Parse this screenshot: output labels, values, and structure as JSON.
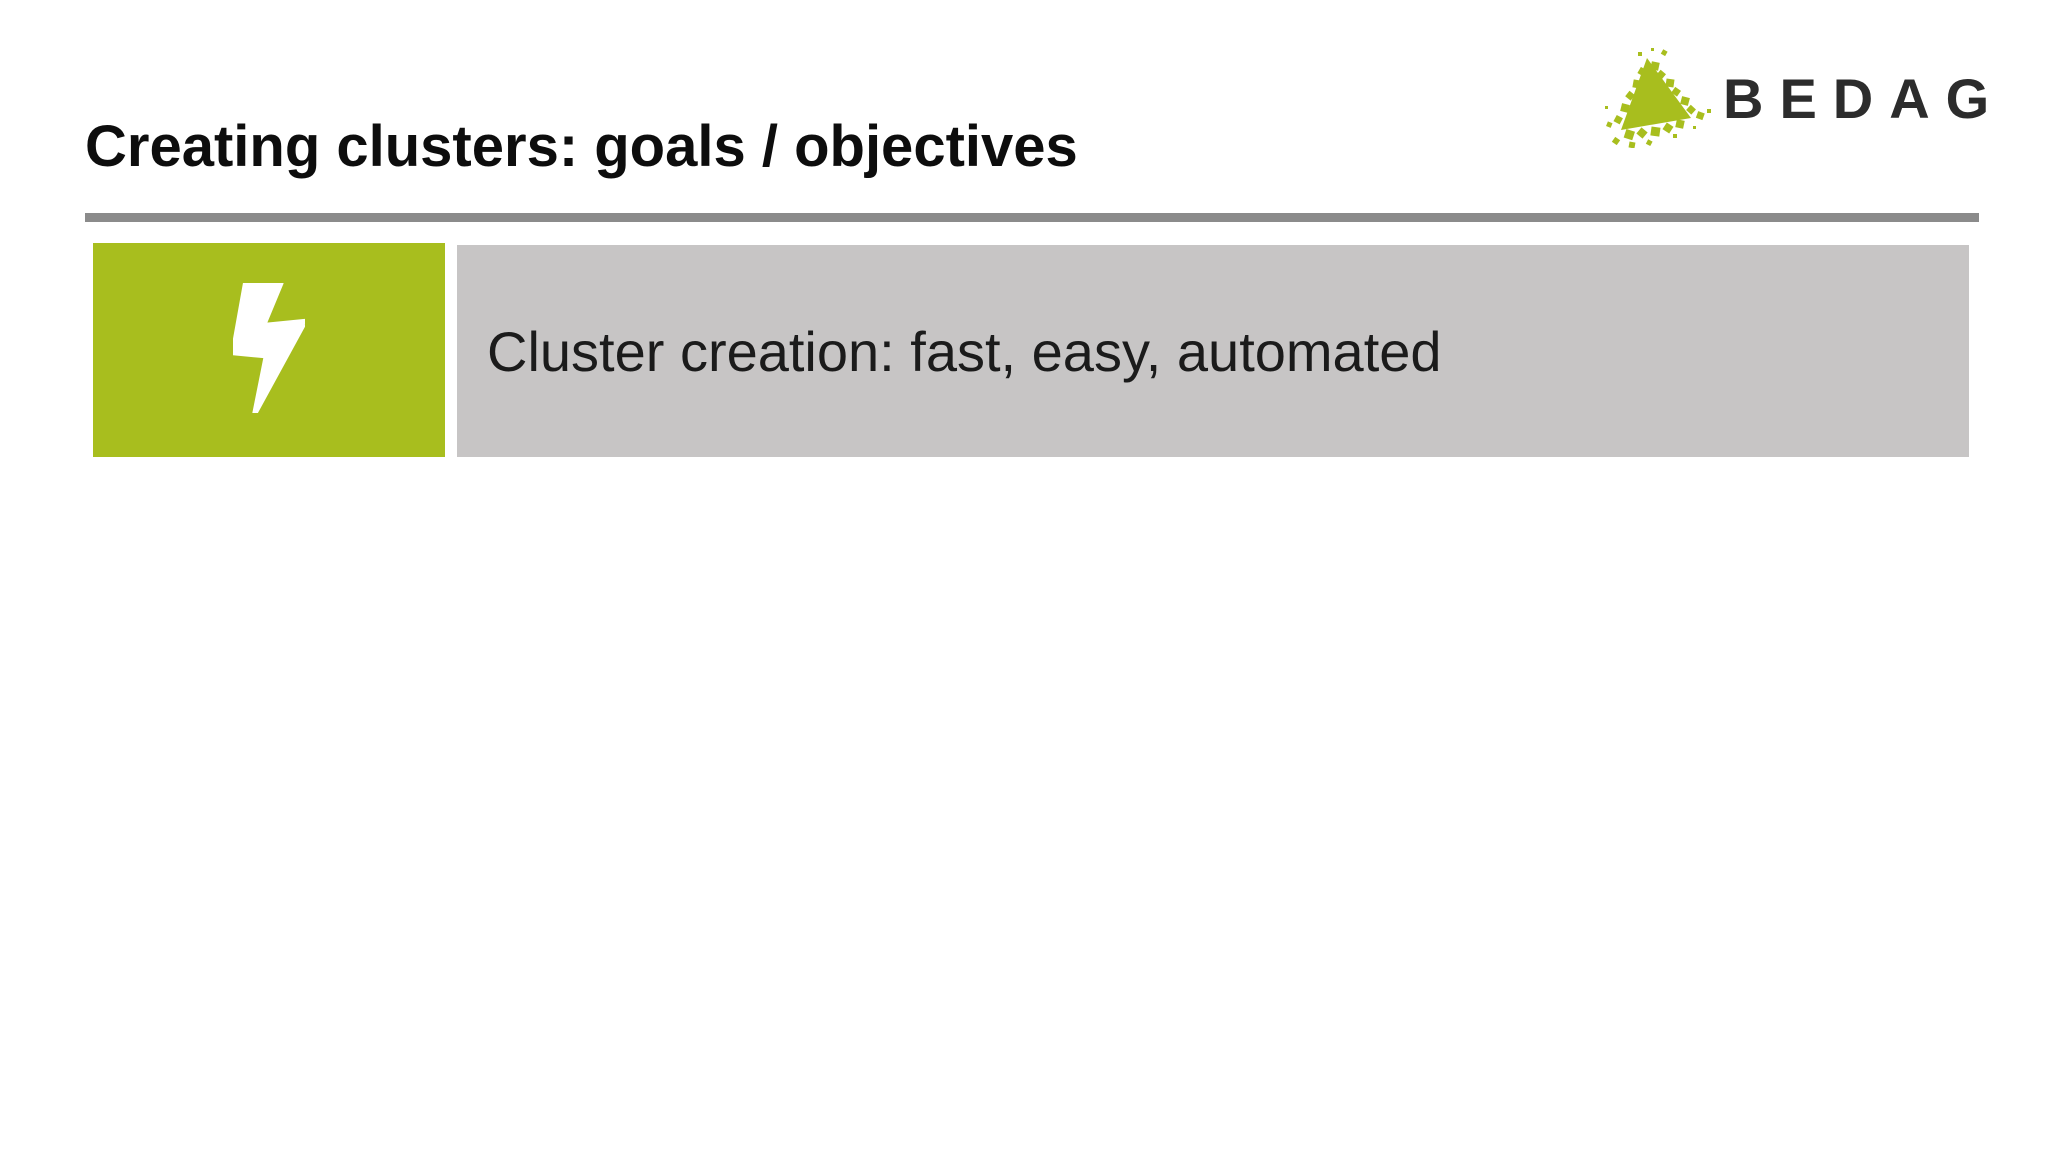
{
  "slide": {
    "title": "Creating clusters: goals / objectives",
    "colors": {
      "accent_green": "#a8be1e",
      "bar_gray": "#c7c5c5",
      "rule_gray": "#8b8b8b",
      "title_text": "#0d0d0d",
      "body_text": "#1b1b1b"
    }
  },
  "logo": {
    "brand": "BEDAG",
    "mark_icon": "pixel-triangle-icon",
    "mark_color": "#a8be1e",
    "text_color": "#2c2c2c"
  },
  "objective": {
    "icon": "lightning-bolt-icon",
    "label": "Cluster creation: fast, easy, automated"
  }
}
